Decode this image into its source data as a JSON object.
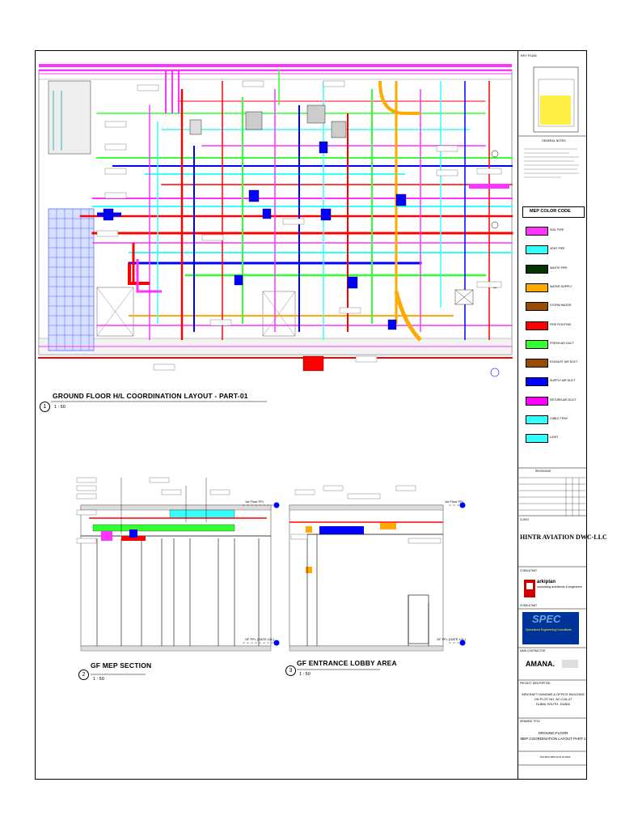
{
  "views": [
    {
      "number": "1",
      "title": "GROUND FLOOR H/L COORDINATION LAYOUT - PART-01",
      "scale": "1 : 50"
    },
    {
      "number": "2",
      "title": "GF MEP SECTION",
      "scale": "1 : 50"
    },
    {
      "number": "3",
      "title": "GF ENTRANCE LOBBY AREA",
      "scale": "1 : 50"
    }
  ],
  "levels": {
    "first_floor_1": "1st Floor FFL",
    "first_floor_2": "1st Floor FFL",
    "gf_ffl_1": "GF FFL (GATE LVL)",
    "gf_ffl_2": "GF FFL (GATE LVL)"
  },
  "key_plan": {
    "title": "KEY PLAN"
  },
  "general_notes": {
    "title": "GENERAL NOTES"
  },
  "legend": {
    "title": "MEP COLOR CODE",
    "items": [
      {
        "label": "SOIL PIPE",
        "color": "#ff33ff"
      },
      {
        "label": "VENT PIPE",
        "color": "#33ffff"
      },
      {
        "label": "WASTE PIPE",
        "color": "#003300"
      },
      {
        "label": "WATER SUPPLY",
        "color": "#ffaa00"
      },
      {
        "label": "STORM WATER",
        "color": "#994c00"
      },
      {
        "label": "FIRE FIGHTING",
        "color": "#ff0000"
      },
      {
        "label": "FRESH AIR DUCT",
        "color": "#33ff33"
      },
      {
        "label": "EXHAUST AIR DUCT",
        "color": "#994c00"
      },
      {
        "label": "SUPPLY AIR DUCT",
        "color": "#0000ff"
      },
      {
        "label": "RETURN AIR DUCT",
        "color": "#ff00ff"
      },
      {
        "label": "CABLE TRAY",
        "color": "#33ffff"
      },
      {
        "label": "LIGHT",
        "color": "#33ffff"
      }
    ]
  },
  "title_block": {
    "revisions_title": "REVISIONS",
    "client_label": "CLIENT",
    "client": "HINTR AVIATION DWC-LLC",
    "consultant_label": "CONSULTANT",
    "consultant_name": "arkiplan",
    "consultant_sub": "consulting architects & engineers",
    "mep_consultant_label": "CONSULTANT",
    "mep_consultant_logo": "SPEC",
    "mep_consultant_name": "Specialized Engineering Consultants",
    "contractor_label": "MAIN CONTRACTOR",
    "contractor": "AMANA.",
    "project_label": "PROJECT DESCRIPTION",
    "project_lines": [
      "AIRCRAFT HANGAR & OFFICE BUILDING",
      "ON PLOT NO. AC-C26-47",
      "DUBAI SOUTH -DUBAI"
    ],
    "drawing_label": "DRAWING TITLE",
    "drawing_lines": [
      "GROUND FLOOR",
      "MEP COORDINATION LAYOUT PART-1"
    ],
    "drawing_no": "DUI-B03-1BM-SCD-W-0002"
  }
}
